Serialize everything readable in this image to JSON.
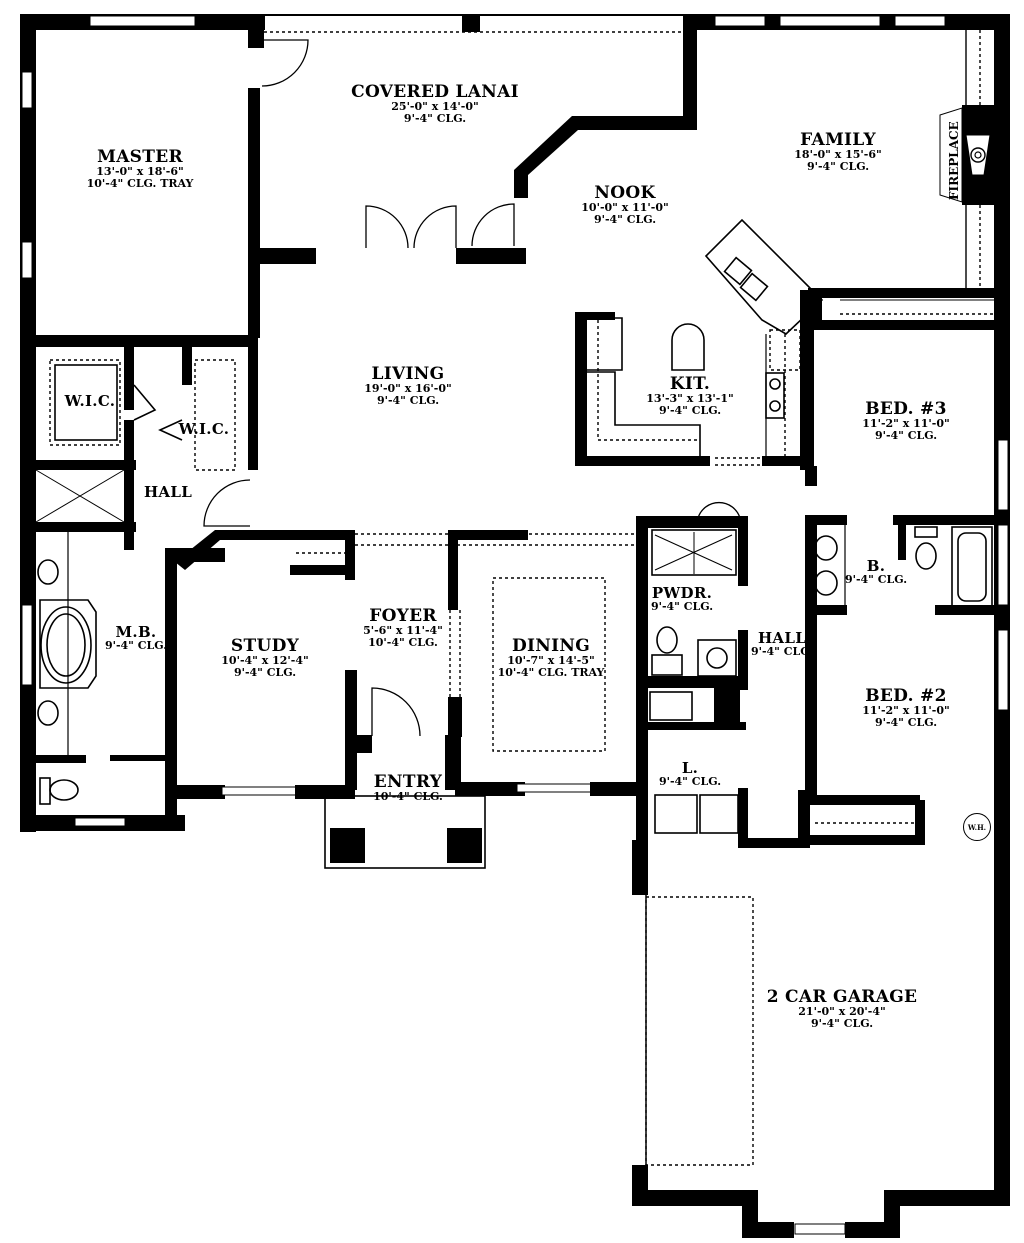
{
  "plan": {
    "rooms": [
      {
        "id": "master",
        "name": "MASTER",
        "dim": "13'-0\" x 18'-6\"",
        "clg": "10'-4\" CLG. TRAY"
      },
      {
        "id": "covered-lanai",
        "name": "COVERED LANAI",
        "dim": "25'-0\" x 14'-0\"",
        "clg": "9'-4\" CLG."
      },
      {
        "id": "family",
        "name": "FAMILY",
        "dim": "18'-0\" x 15'-6\"",
        "clg": "9'-4\" CLG."
      },
      {
        "id": "nook",
        "name": "NOOK",
        "dim": "10'-0\" x 11'-0\"",
        "clg": "9'-4\" CLG."
      },
      {
        "id": "living",
        "name": "LIVING",
        "dim": "19'-0\" x 16'-0\"",
        "clg": "9'-4\" CLG."
      },
      {
        "id": "kit",
        "name": "KIT.",
        "dim": "13'-3\" x 13'-1\"",
        "clg": "9'-4\" CLG."
      },
      {
        "id": "bed3",
        "name": "BED. #3",
        "dim": "11'-2\" x 11'-0\"",
        "clg": "9'-4\" CLG."
      },
      {
        "id": "wic1",
        "name": "W.I.C.",
        "dim": "",
        "clg": ""
      },
      {
        "id": "wic2",
        "name": "W.I.C.",
        "dim": "",
        "clg": ""
      },
      {
        "id": "hall-master",
        "name": "HALL",
        "dim": "",
        "clg": ""
      },
      {
        "id": "mb",
        "name": "M.B.",
        "dim": "",
        "clg": "9'-4\" CLG."
      },
      {
        "id": "study",
        "name": "STUDY",
        "dim": "10'-4\" x 12'-4\"",
        "clg": "9'-4\" CLG."
      },
      {
        "id": "foyer",
        "name": "FOYER",
        "dim": "5'-6\" x 11'-4\"",
        "clg": "10'-4\" CLG."
      },
      {
        "id": "dining",
        "name": "DINING",
        "dim": "10'-7\" x 14'-5\"",
        "clg": "10'-4\" CLG. TRAY"
      },
      {
        "id": "entry",
        "name": "ENTRY",
        "dim": "",
        "clg": "10'-4\" CLG."
      },
      {
        "id": "pwdr",
        "name": "PWDR.",
        "dim": "",
        "clg": "9'-4\" CLG."
      },
      {
        "id": "hall-bed",
        "name": "HALL",
        "dim": "",
        "clg": "9'-4\" CLG."
      },
      {
        "id": "bath",
        "name": "B.",
        "dim": "",
        "clg": "9'-4\" CLG."
      },
      {
        "id": "bed2",
        "name": "BED. #2",
        "dim": "11'-2\" x 11'-0\"",
        "clg": "9'-4\" CLG."
      },
      {
        "id": "laundry",
        "name": "L.",
        "dim": "",
        "clg": "9'-4\" CLG."
      },
      {
        "id": "garage",
        "name": "2 CAR GARAGE",
        "dim": "21'-0\" x 20'-4\"",
        "clg": "9'-4\" CLG."
      }
    ],
    "fixtures": {
      "fireplace": "FIREPLACE",
      "water_heater": "W.H."
    },
    "colors": {
      "ink": "#000000",
      "paper": "#ffffff"
    }
  }
}
